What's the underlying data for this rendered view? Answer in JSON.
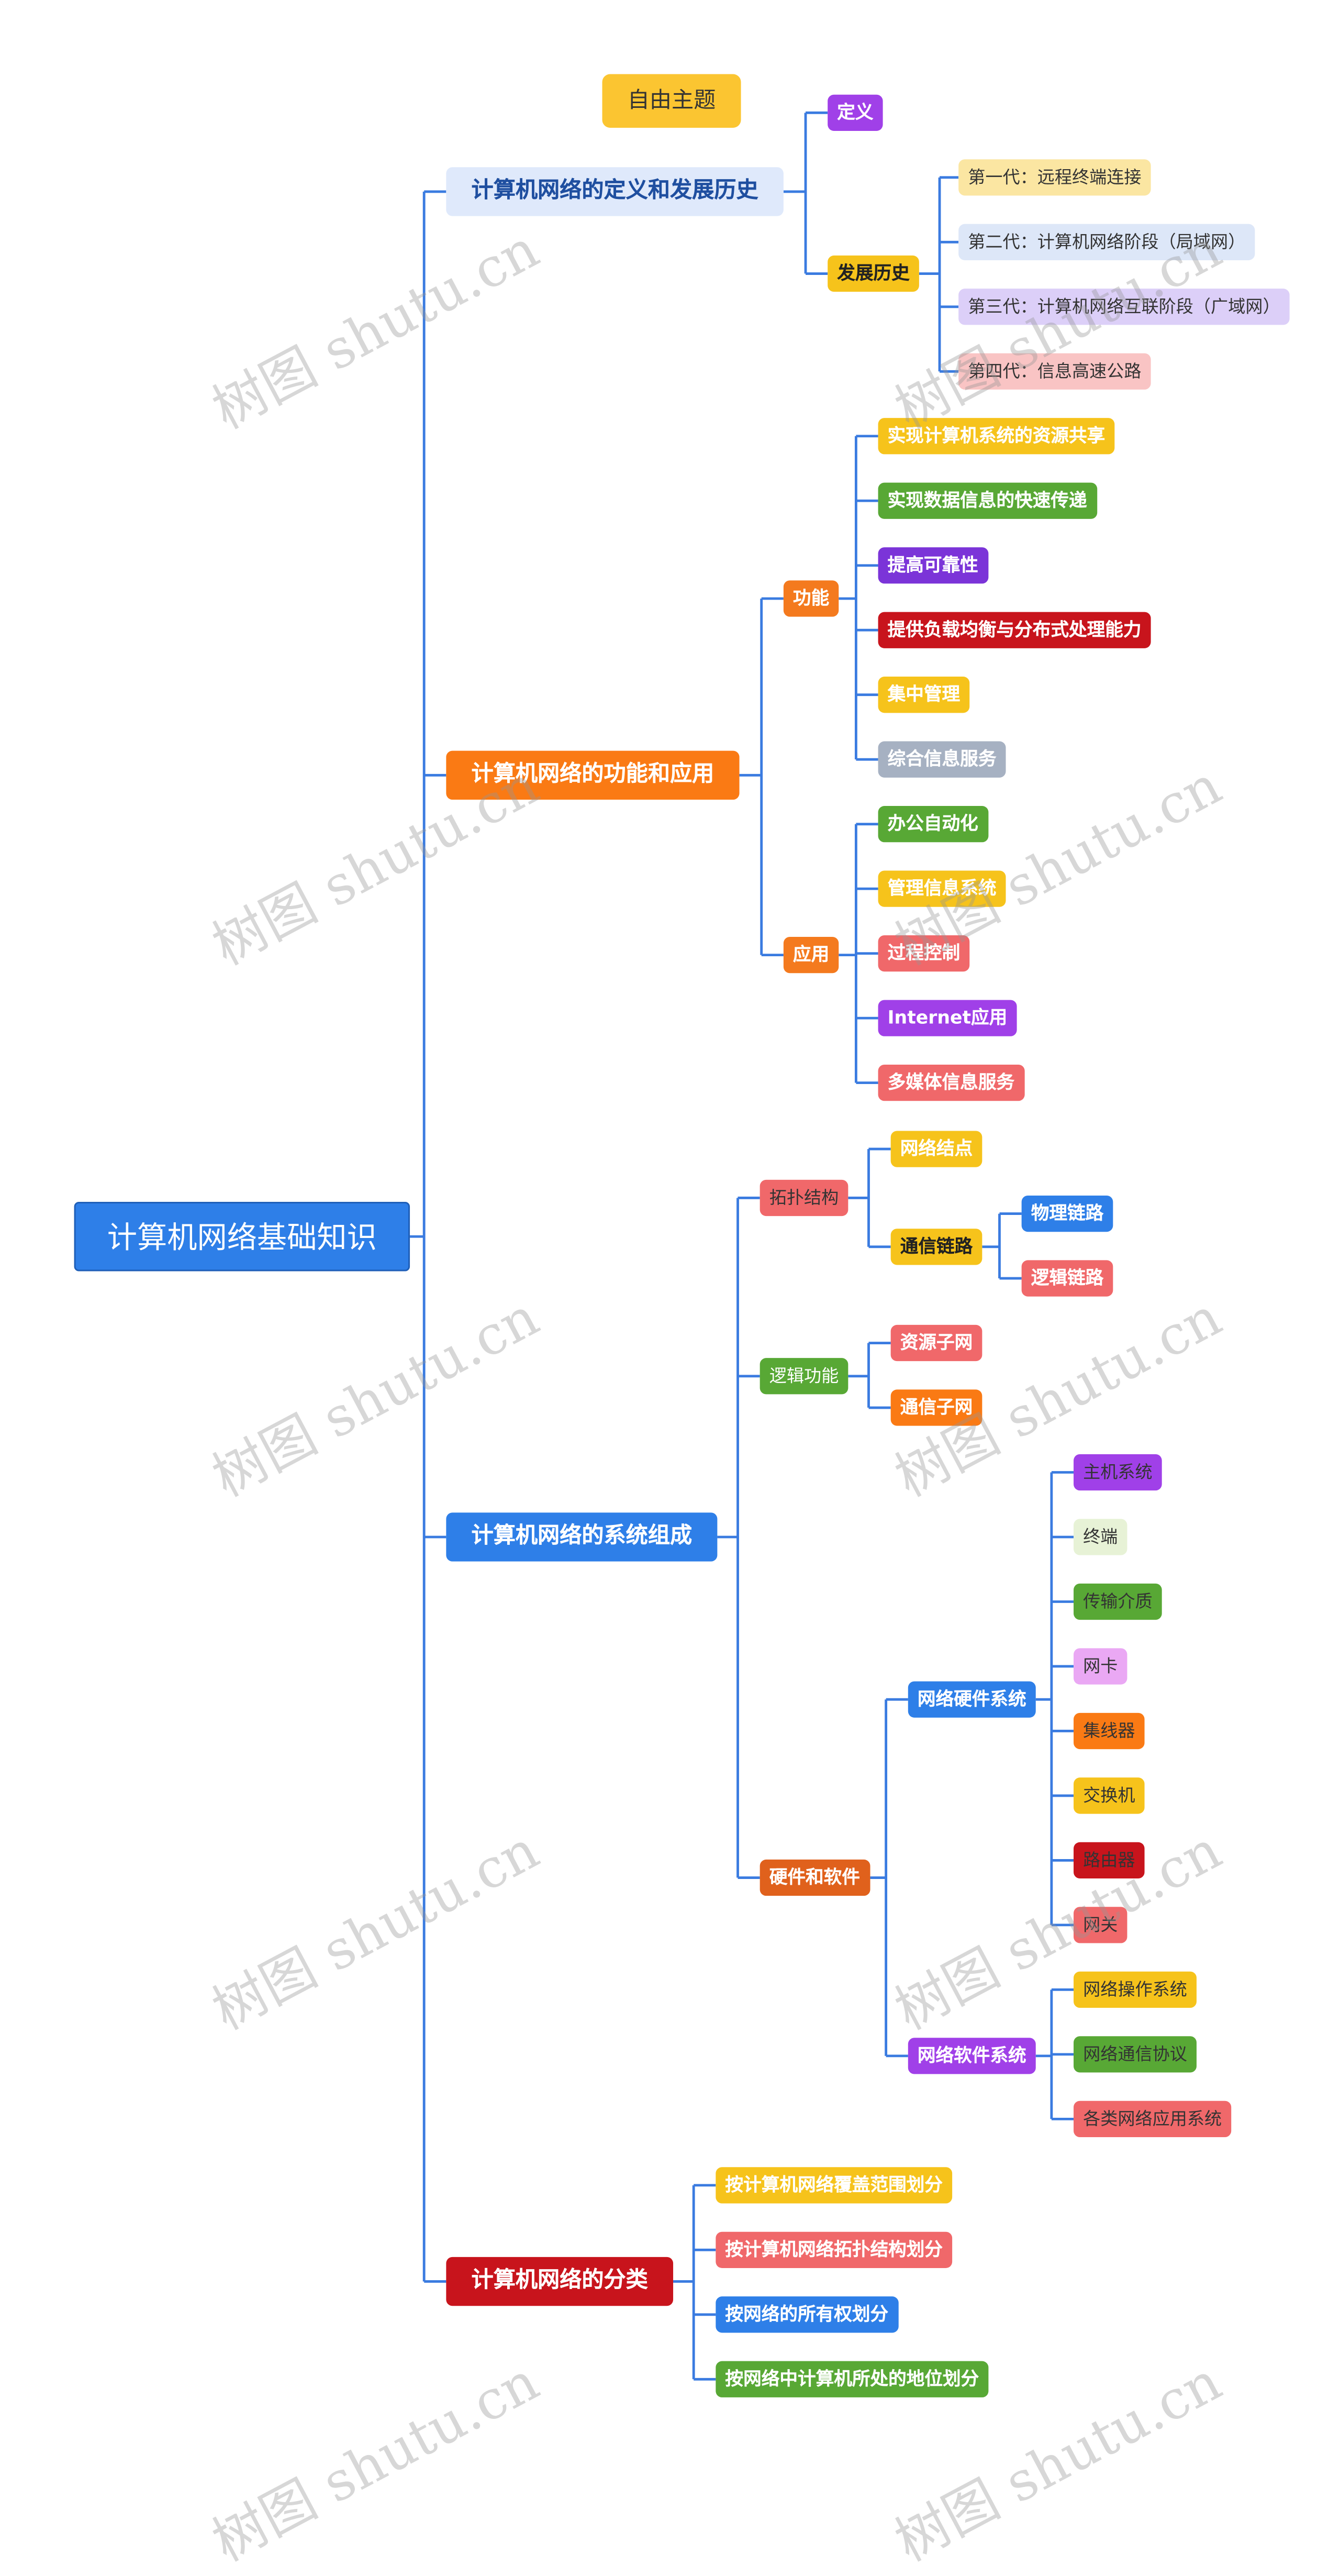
{
  "root": {
    "label": "计算机网络基础知识",
    "color": "#2e7fe8"
  },
  "free_topic": {
    "label": "自由主题",
    "color": "#fbc531"
  },
  "watermark": "树图 shutu.cn",
  "branches": [
    {
      "label": "计算机网络的定义和发展历史",
      "color": "#dfe9fb",
      "text_color": "#1f4fa0",
      "children": [
        {
          "label": "定义",
          "color": "#a040e8",
          "text_color": "#ffffff",
          "children": []
        },
        {
          "label": "发展历史",
          "color": "#f6c31b",
          "text_color": "#222222",
          "children": [
            {
              "label": "第一代：远程终端连接",
              "color": "#fbe6a2",
              "text_color": "#333333"
            },
            {
              "label": "第二代：计算机网络阶段（局域网）",
              "color": "#dde7f8",
              "text_color": "#333333"
            },
            {
              "label": "第三代：计算机网络互联阶段（广域网）",
              "color": "#dccff8",
              "text_color": "#333333"
            },
            {
              "label": "第四代：信息高速公路",
              "color": "#f9c4c4",
              "text_color": "#333333"
            }
          ]
        }
      ]
    },
    {
      "label": "计算机网络的功能和应用",
      "color": "#fa7a14",
      "text_color": "#ffffff",
      "children": [
        {
          "label": "功能",
          "color": "#f47a1e",
          "text_color": "#ffffff",
          "children": [
            {
              "label": "实现计算机系统的资源共享",
              "color": "#f6c31b",
              "text_color": "#ffffff"
            },
            {
              "label": "实现数据信息的快速传递",
              "color": "#58a835",
              "text_color": "#ffffff"
            },
            {
              "label": "提高可靠性",
              "color": "#7b34d8",
              "text_color": "#ffffff"
            },
            {
              "label": "提供负载均衡与分布式处理能力",
              "color": "#c8141c",
              "text_color": "#ffffff"
            },
            {
              "label": "集中管理",
              "color": "#f6c31b",
              "text_color": "#ffffff"
            },
            {
              "label": "综合信息服务",
              "color": "#a6b1c2",
              "text_color": "#ffffff"
            }
          ]
        },
        {
          "label": "应用",
          "color": "#f47a1e",
          "text_color": "#ffffff",
          "children": [
            {
              "label": "办公自动化",
              "color": "#58a835",
              "text_color": "#ffffff"
            },
            {
              "label": "管理信息系统",
              "color": "#f6c31b",
              "text_color": "#ffffff"
            },
            {
              "label": "过程控制",
              "color": "#f0686a",
              "text_color": "#ffffff"
            },
            {
              "label": "Internet应用",
              "color": "#a040e8",
              "text_color": "#ffffff"
            },
            {
              "label": "多媒体信息服务",
              "color": "#f0686a",
              "text_color": "#ffffff"
            }
          ]
        }
      ]
    },
    {
      "label": "计算机网络的系统组成",
      "color": "#2e7fe8",
      "text_color": "#ffffff",
      "children": [
        {
          "label": "拓扑结构",
          "color": "#f0686a",
          "text_color": "#333333",
          "children": [
            {
              "label": "网络结点",
              "color": "#f6c31b",
              "text_color": "#ffffff",
              "children": []
            },
            {
              "label": "通信链路",
              "color": "#f6c31b",
              "text_color": "#222222",
              "children": [
                {
                  "label": "物理链路",
                  "color": "#2e7fe8",
                  "text_color": "#ffffff"
                },
                {
                  "label": "逻辑链路",
                  "color": "#f0686a",
                  "text_color": "#ffffff"
                }
              ]
            }
          ]
        },
        {
          "label": "逻辑功能",
          "color": "#58a835",
          "text_color": "#ffffff",
          "children": [
            {
              "label": "资源子网",
              "color": "#f0686a",
              "text_color": "#ffffff",
              "children": []
            },
            {
              "label": "通信子网",
              "color": "#fa7a14",
              "text_color": "#ffffff",
              "children": []
            }
          ]
        },
        {
          "label": "硬件和软件",
          "color": "#e0611c",
          "text_color": "#ffffff",
          "children": [
            {
              "label": "网络硬件系统",
              "color": "#2e7fe8",
              "text_color": "#ffffff",
              "children": [
                {
                  "label": "主机系统",
                  "color": "#a040e8",
                  "text_color": "#333333"
                },
                {
                  "label": "终端",
                  "color": "#e7f2d6",
                  "text_color": "#333333"
                },
                {
                  "label": "传输介质",
                  "color": "#58a835",
                  "text_color": "#333333"
                },
                {
                  "label": "网卡",
                  "color": "#eaa8f4",
                  "text_color": "#333333"
                },
                {
                  "label": "集线器",
                  "color": "#fa7a14",
                  "text_color": "#333333"
                },
                {
                  "label": "交换机",
                  "color": "#f6c31b",
                  "text_color": "#333333"
                },
                {
                  "label": "路由器",
                  "color": "#c8141c",
                  "text_color": "#333333"
                },
                {
                  "label": "网关",
                  "color": "#f0686a",
                  "text_color": "#333333"
                }
              ]
            },
            {
              "label": "网络软件系统",
              "color": "#a040e8",
              "text_color": "#ffffff",
              "children": [
                {
                  "label": "网络操作系统",
                  "color": "#f6c31b",
                  "text_color": "#333333"
                },
                {
                  "label": "网络通信协议",
                  "color": "#58a835",
                  "text_color": "#333333"
                },
                {
                  "label": "各类网络应用系统",
                  "color": "#f0686a",
                  "text_color": "#333333"
                }
              ]
            }
          ]
        }
      ]
    },
    {
      "label": "计算机网络的分类",
      "color": "#c8141c",
      "text_color": "#ffffff",
      "children": [
        {
          "label": "按计算机网络覆盖范围划分",
          "color": "#f6c31b",
          "text_color": "#ffffff",
          "children": []
        },
        {
          "label": "按计算机网络拓扑结构划分",
          "color": "#f0686a",
          "text_color": "#ffffff",
          "children": []
        },
        {
          "label": "按网络的所有权划分",
          "color": "#2e7fe8",
          "text_color": "#ffffff",
          "children": []
        },
        {
          "label": "按网络中计算机所处的地位划分",
          "color": "#58a835",
          "text_color": "#ffffff",
          "children": []
        }
      ]
    }
  ]
}
